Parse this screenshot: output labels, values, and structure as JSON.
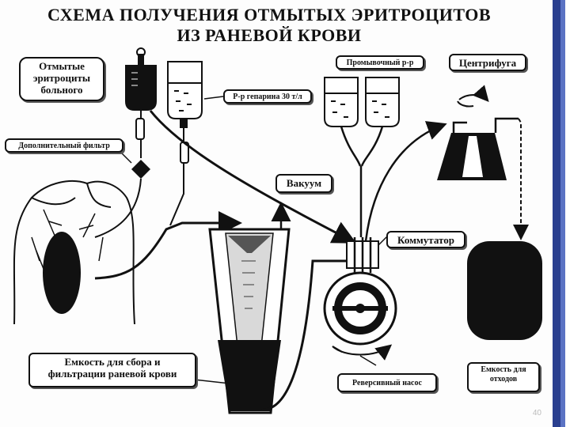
{
  "title": {
    "line1": "СХЕМА ПОЛУЧЕНИЯ ОТМЫТЫХ ЭРИТРОЦИТОВ",
    "line2": "ИЗ РАНЕВОЙ КРОВИ"
  },
  "labels": {
    "washed_rbc": [
      "Отмытые",
      "эритроциты",
      "больного"
    ],
    "additional_filter": "Дополнительный фильтр",
    "heparin_solution": "Р-р гепарина 30 т/л",
    "wash_solution": "Промывочный р-р",
    "centrifuge": "Центрифуга",
    "vacuum": "Вакуум",
    "commutator": "Коммутатор",
    "collection_container": [
      "Емкость для сбора и",
      "фильтрации раневой крови"
    ],
    "reversible_pump": "Реверсивный насос",
    "waste_container": [
      "Емкость для",
      "отходов"
    ]
  },
  "page_number": "40",
  "colors": {
    "ink": "#111111",
    "accent_blue": "#2a3f8f",
    "accent_light": "#5b73c4"
  }
}
